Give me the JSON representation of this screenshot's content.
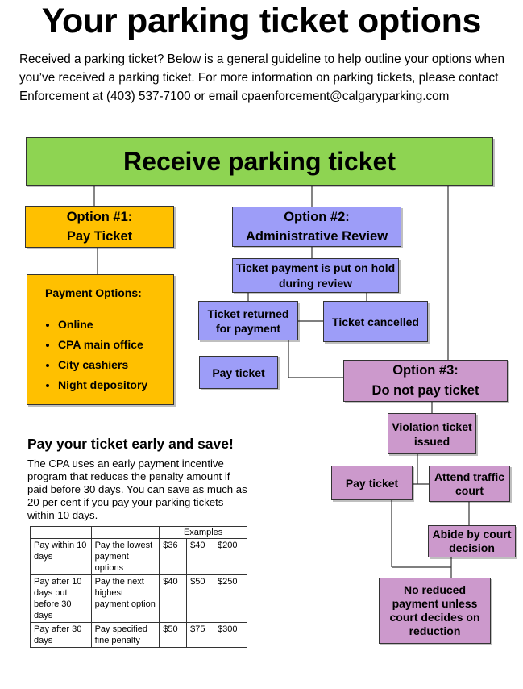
{
  "header": {
    "title": "Your parking ticket options",
    "intro": "Received a parking ticket? Below is a general guideline to help outline your options when you’ve received a parking ticket. For more information on parking tickets, please contact Enforcement at (403) 537-7100 or email cpaenforcement@calgaryparking.com"
  },
  "flowchart": {
    "start": "Receive parking ticket",
    "option1": {
      "line1": "Option #1:",
      "line2": "Pay Ticket",
      "payment_options_title": "Payment Options:",
      "payment_options": [
        "Online",
        "CPA main office",
        "City cashiers",
        "Night depository"
      ]
    },
    "option2": {
      "line1": "Option #2:",
      "line2": "Administrative Review",
      "hold": "Ticket payment is put on hold during review",
      "returned": "Ticket returned for payment",
      "cancelled": "Ticket cancelled",
      "pay_ticket": "Pay ticket"
    },
    "option3": {
      "line1": "Option #3:",
      "line2": "Do not pay ticket",
      "violation": "Violation ticket issued",
      "pay_ticket": "Pay ticket",
      "attend": "Attend traffic court",
      "abide": "Abide by court decision",
      "no_reduced": "No reduced payment unless court decides on reduction"
    }
  },
  "early_payment": {
    "title": "Pay your ticket early and save!",
    "text": "The CPA uses an early payment incentive program that reduces the penalty amount if paid before 30 days. You can save as much as 20 per cent if you pay your parking tickets within 10 days.",
    "table": {
      "examples_header": "Examples",
      "rows": [
        {
          "when": "Pay within 10 days",
          "what": "Pay the lowest payment options",
          "values": [
            "$36",
            "$40",
            "$200"
          ]
        },
        {
          "when": "Pay after 10 days but before 30 days",
          "what": "Pay the next highest payment option",
          "values": [
            "$40",
            "$50",
            "$250"
          ]
        },
        {
          "when": "Pay after 30 days",
          "what": "Pay specified fine penalty",
          "values": [
            "$50",
            "$75",
            "$300"
          ]
        }
      ]
    }
  },
  "colors": {
    "green": "#8ed452",
    "orange": "#ffc000",
    "blue": "#9d9df8",
    "purple": "#cc99cc"
  }
}
